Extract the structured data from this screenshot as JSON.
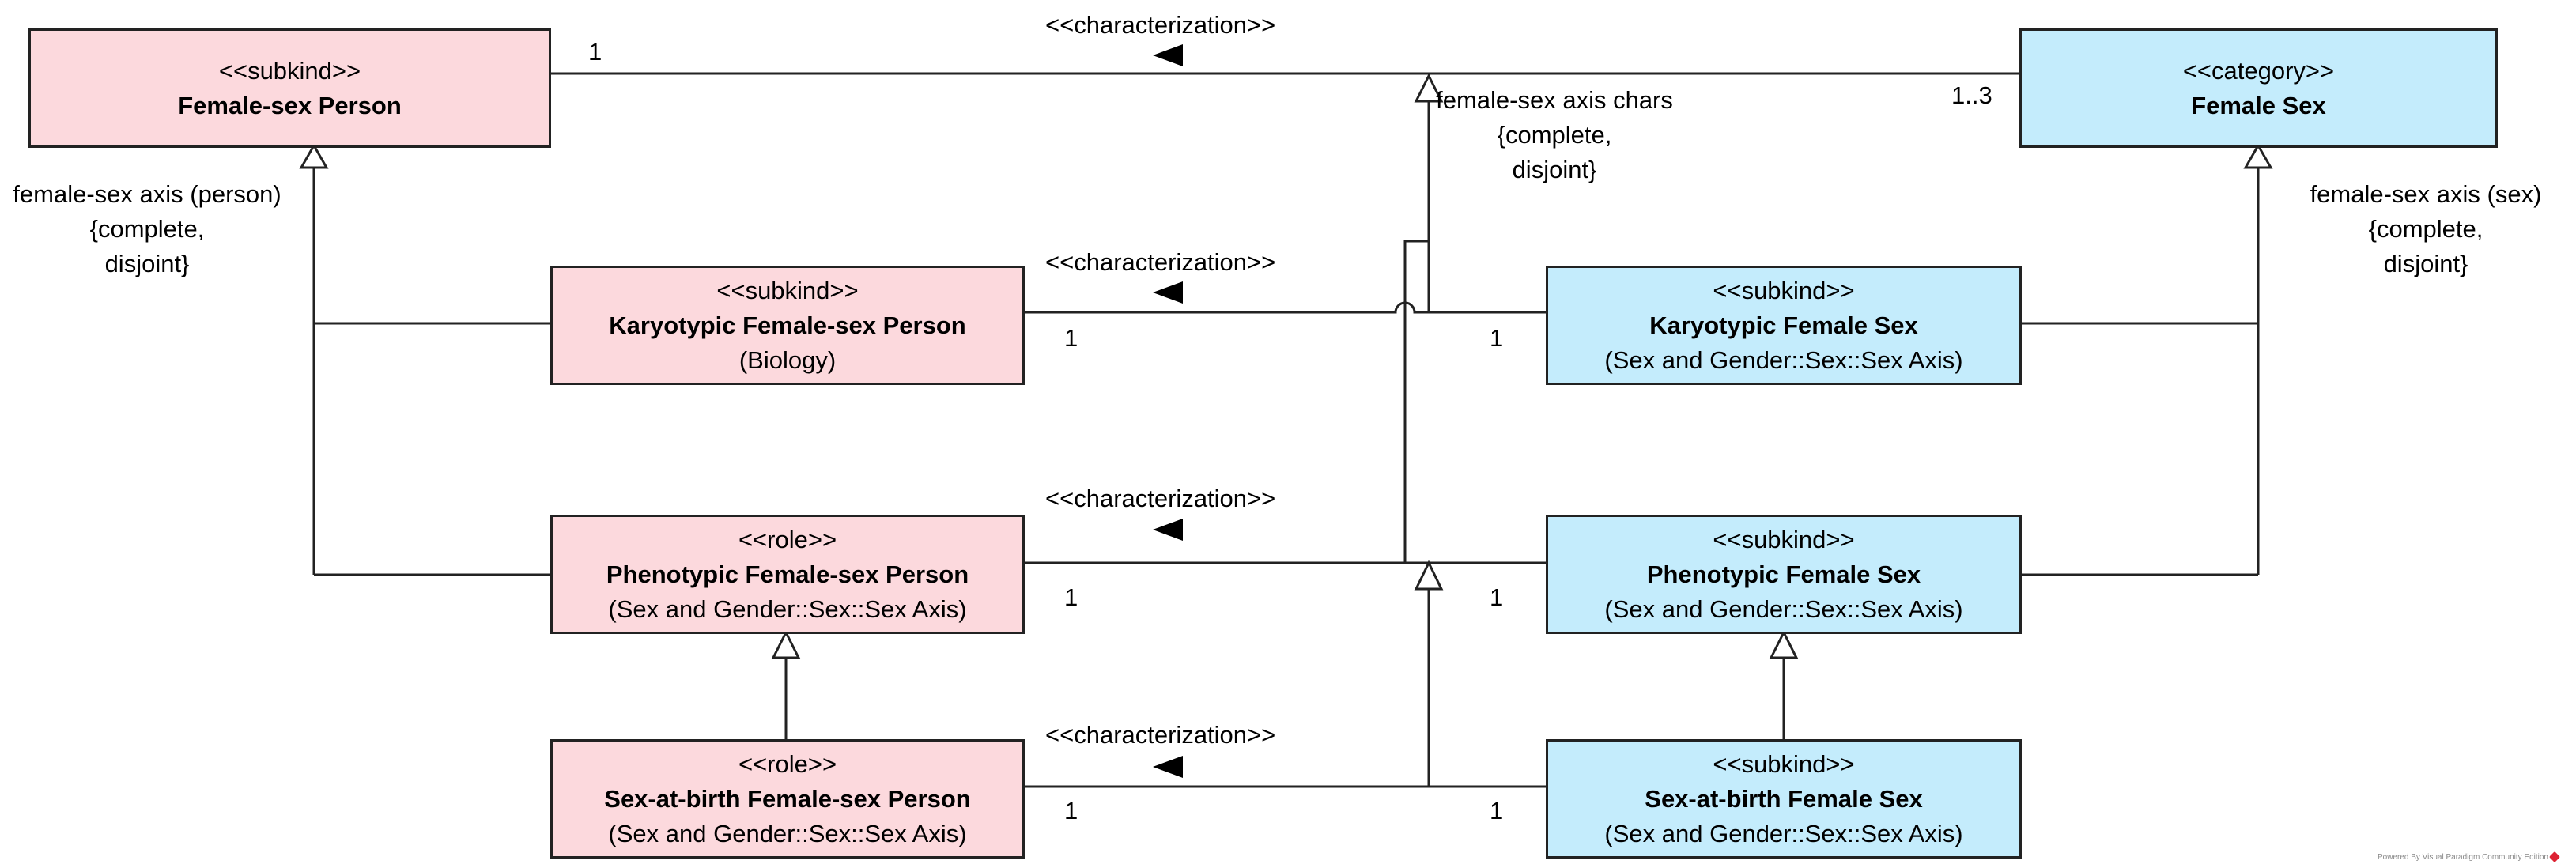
{
  "classes": {
    "female_sex_person": {
      "stereotype": "<<subkind>>",
      "name": "Female-sex Person"
    },
    "female_sex": {
      "stereotype": "<<category>>",
      "name": "Female Sex"
    },
    "karyotypic_person": {
      "stereotype": "<<subkind>>",
      "name": "Karyotypic Female-sex Person",
      "package": "(Biology)"
    },
    "karyotypic_sex": {
      "stereotype": "<<subkind>>",
      "name": "Karyotypic Female Sex",
      "package": "(Sex and Gender::Sex::Sex Axis)"
    },
    "phenotypic_person": {
      "stereotype": "<<role>>",
      "name": "Phenotypic Female-sex Person",
      "package": "(Sex and Gender::Sex::Sex Axis)"
    },
    "phenotypic_sex": {
      "stereotype": "<<subkind>>",
      "name": "Phenotypic Female Sex",
      "package": "(Sex and Gender::Sex::Sex Axis)"
    },
    "sab_person": {
      "stereotype": "<<role>>",
      "name": "Sex-at-birth Female-sex Person",
      "package": "(Sex and Gender::Sex::Sex Axis)"
    },
    "sab_sex": {
      "stereotype": "<<subkind>>",
      "name": "Sex-at-birth Female Sex",
      "package": "(Sex and Gender::Sex::Sex Axis)"
    }
  },
  "associations": {
    "top": {
      "stereotype": "<<characterization>>",
      "left_mult": "1",
      "right_mult": "1..3"
    },
    "karyotypic": {
      "stereotype": "<<characterization>>",
      "left_mult": "1",
      "right_mult": "1"
    },
    "phenotypic": {
      "stereotype": "<<characterization>>",
      "left_mult": "1",
      "right_mult": "1"
    },
    "sab": {
      "stereotype": "<<characterization>>",
      "left_mult": "1",
      "right_mult": "1"
    }
  },
  "generalization_sets": {
    "person": {
      "line1": "female-sex axis (person)",
      "line2": "{complete,",
      "line3": "disjoint}"
    },
    "chars": {
      "line1": "female-sex axis chars",
      "line2": "{complete,",
      "line3": "disjoint}"
    },
    "sex": {
      "line1": "female-sex axis (sex)",
      "line2": "{complete,",
      "line3": "disjoint}"
    }
  },
  "watermark": "Powered By  Visual Paradigm Community Edition",
  "colors": {
    "person_fill": "#fcd9dd",
    "sex_fill": "#c4ecfc",
    "line": "#222222"
  }
}
